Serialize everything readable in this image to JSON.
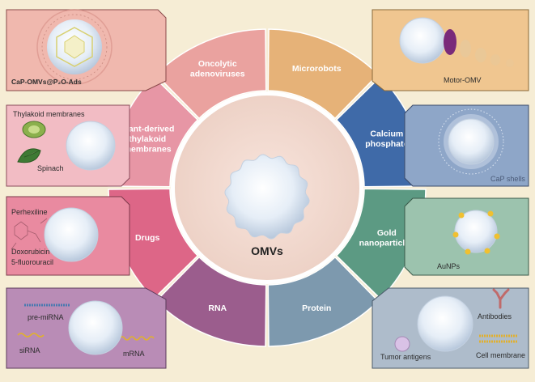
{
  "center": {
    "label": "OMVs"
  },
  "segments": [
    {
      "lines": [
        "Oncolytic",
        "adenoviruses"
      ],
      "color": "#eaa29f"
    },
    {
      "lines": [
        "Microrobots"
      ],
      "color": "#e6b278"
    },
    {
      "lines": [
        "Calcium",
        "phosphate"
      ],
      "color": "#3f6aa8"
    },
    {
      "lines": [
        "Gold",
        "nanoparticles"
      ],
      "color": "#5c9a83"
    },
    {
      "lines": [
        "Protein"
      ],
      "color": "#7d99ae"
    },
    {
      "lines": [
        "RNA"
      ],
      "color": "#9b5d8d"
    },
    {
      "lines": [
        "Drugs"
      ],
      "color": "#dd6687"
    },
    {
      "lines": [
        "Plant-derived",
        "thylakoid",
        "membranes"
      ],
      "color": "#e796a5"
    }
  ],
  "panels": {
    "top_left": {
      "label": "CaP-OMVs@P₂O-Ads",
      "bg": "#f0b8ae",
      "border": "#8a4a4a"
    },
    "mid_left": {
      "labels": [
        "Thylakoid membranes",
        "Spinach"
      ],
      "bg": "#f2bcc4",
      "border": "#8a4a5a"
    },
    "lower_left": {
      "labels": [
        "Perhexiline",
        "Doxorubicin",
        "5-fluorouracil"
      ],
      "bg": "#e98aa0",
      "border": "#7a3a4a"
    },
    "bottom_left": {
      "labels": [
        "pre-miRNA",
        "siRNA",
        "mRNA"
      ],
      "bg": "#b98cb6",
      "border": "#5a3a5a"
    },
    "top_right": {
      "label": "Motor-OMV",
      "bg": "#f0c690",
      "border": "#8a6a3a"
    },
    "mid_right": {
      "label": "CaP shells",
      "bg": "#8ea6c8",
      "border": "#3a4a6a"
    },
    "lower_right": {
      "label": "AuNPs",
      "bg": "#9cc3ae",
      "border": "#3a5a4a"
    },
    "bottom_right": {
      "labels": [
        "Antibodies",
        "Tumor antigens",
        "Cell membrane"
      ],
      "bg": "#aebccb",
      "border": "#4a5a6a"
    }
  }
}
